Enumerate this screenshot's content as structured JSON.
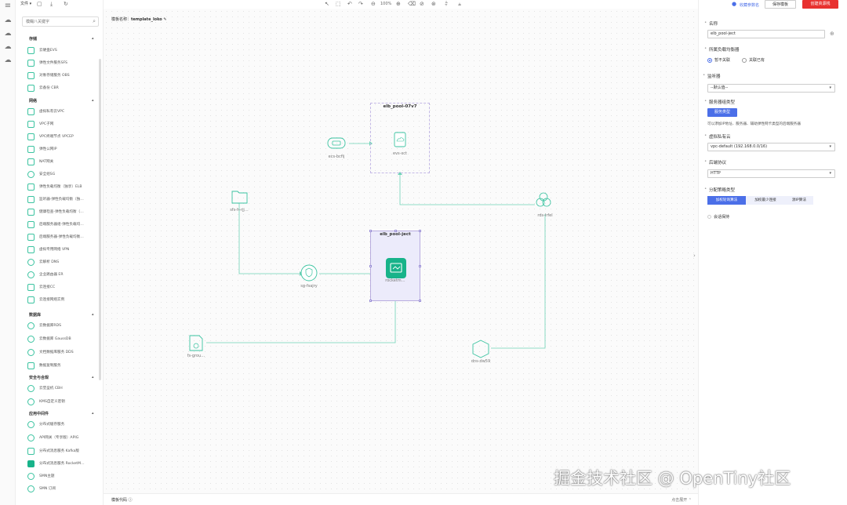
{
  "toolbar": {
    "file_menu": "文件 ▾",
    "zoom": "100%"
  },
  "left_panel": {
    "search_placeholder": "模糊八关键字",
    "categories": [
      {
        "label": "存储",
        "items": [
          "云硬盘EVS",
          "弹性文件服务SFS",
          "对象存储服务 OBS",
          "云备份 CBR"
        ]
      },
      {
        "label": "网络",
        "items": [
          "虚拟私有云VPC",
          "VPC子网",
          "VPC终端节点 VPCEP",
          "弹性公网IP",
          "NAT网关",
          "安全组SG",
          "弹性负载均衡（独享）ELB",
          "监听器-弹性负载均衡（独…",
          "健康检查-弹性负载均衡（…",
          "后端服务器组-弹性负载均…",
          "后端服务器-弹性负载均衡…",
          "虚拟专用网络 VPN",
          "云解析 DNS",
          "企业路由器 ER",
          "云连接CC",
          "云连接网络实例"
        ]
      },
      {
        "label": "数据库",
        "items": [
          "云数据库RDS",
          "云数据库 GaussDB",
          "文档数据库服务 DDS",
          "数据复制服务"
        ]
      },
      {
        "label": "安全与合规",
        "items": [
          "云堡垒机 CBH",
          "KMS自定义密钥"
        ]
      },
      {
        "label": "应用中间件",
        "items": [
          "分布式缓存服务",
          "API网关（专享版）APIG",
          "分布式消息服务 Kafka版",
          "分布式消息服务 RocketM…",
          "SMN主题",
          "SMN 订阅"
        ]
      }
    ]
  },
  "canvas": {
    "template_label": "模板名称：",
    "template_name": "template_loko",
    "nodes": {
      "ecs": "ecs-bcfij",
      "evs": "evs-xct",
      "sfs": "sfs-h-rjj…",
      "sg": "sg-fsajry",
      "rocketmq": "rocketm…",
      "rds": "rds-lrfel",
      "fs": "fs-grou…",
      "dns": "dns-dw59"
    },
    "pool1_title": "elb_pool-07v7",
    "pool2_title": "elb_pool-ject"
  },
  "bottom": {
    "code_label": "模板代码 ⓘ",
    "fold_label": "点击展开 ⌃"
  },
  "right_panel": {
    "top_link": "收藏参数名",
    "save_button": "保存模板",
    "create_button": "创建资源栈",
    "name_label": "名称",
    "name_value": "elb_pool-ject",
    "belong_label": "所属负载均衡器",
    "radio_new": "暂不关联",
    "radio_existing": "关联已有",
    "listener_label": "监听器",
    "listener_value": "--默认值--",
    "server_type_label": "服务器组类型",
    "server_type_btn": "服务类型",
    "server_type_hint": "可以添加IP地址、服务器、辅助弹性网卡类型的后端服务器",
    "vpc_label": "虚拟私有云",
    "vpc_value": "vpc-default (192.168.0.0/16)",
    "backend_label": "后端协议",
    "backend_value": "HTTP",
    "algo_label": "分配策略类型",
    "algo_options": [
      "加权轮询算法",
      "加权最少连接",
      "源IP算法"
    ],
    "session_label": "会话保持"
  },
  "watermark": "掘金技术社区 @ OpenTiny社区",
  "colors": {
    "accent": "#4b6fe8",
    "create": "#e8312f",
    "node": "#3ac3a0",
    "pool_border": "#c4b9e6"
  }
}
